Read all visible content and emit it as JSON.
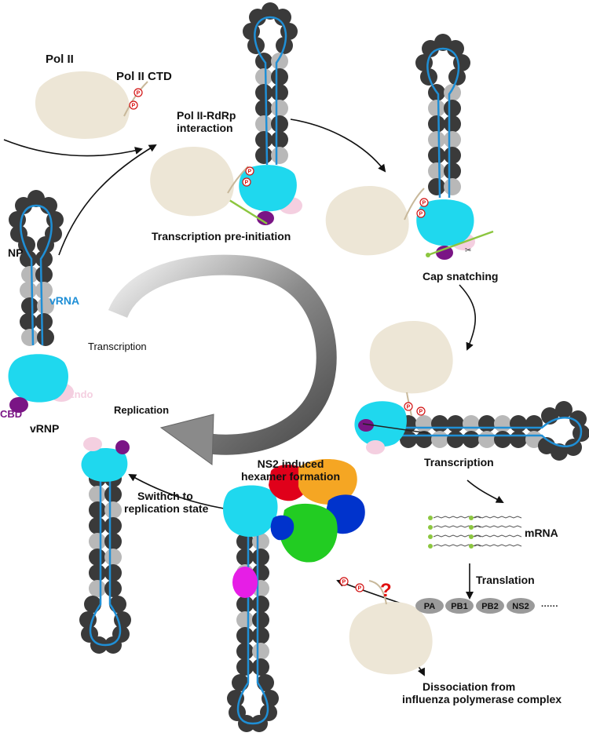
{
  "labels": {
    "pol_ii": "Pol II",
    "pol_ii_ctd": "Pol II CTD",
    "pol_rdrp_line1": "Pol II-RdRp",
    "pol_rdrp_line2": "interaction",
    "pre_initiation": "Transcription pre-initiation",
    "cap_snatching": "Cap snatching",
    "np": "NP",
    "vrna": "vRNA",
    "endo": "Endo",
    "cbd": "CBD",
    "vrnp": "vRNP",
    "transcription_cycle": "Transcription",
    "replication_cycle": "Replication",
    "transcription_right": "Transcription",
    "ns2_line1": "NS2 induced",
    "ns2_line2": "hexamer formation",
    "switch_line1": "Swithch to",
    "switch_line2": "replication state",
    "mrna": "mRNA",
    "translation": "Translation",
    "question": "?",
    "dissoc_line1": "Dissociation from",
    "dissoc_line2": "influenza polymerase complex",
    "phospho": "P"
  },
  "proteins": [
    {
      "name": "PA"
    },
    {
      "name": "PB1"
    },
    {
      "name": "PB2"
    },
    {
      "name": "NS2"
    },
    {
      "name": "······"
    }
  ],
  "colors": {
    "np_dark": "#3a3a3a",
    "np_light": "#b8b8b8",
    "vrna": "#1f8fd6",
    "polymerase": "#1fd8ee",
    "endo": "#f4cfe0",
    "cbd": "#7a1585",
    "pol_ii": "#ede6d6",
    "cap_rna": "#8cc63f",
    "phospho": "#d11111",
    "question": "#e01010",
    "hexamer": [
      "#e0001a",
      "#f5a623",
      "#0033cc",
      "#22cc22",
      "#e61ee6",
      "#1fd8ee"
    ]
  }
}
